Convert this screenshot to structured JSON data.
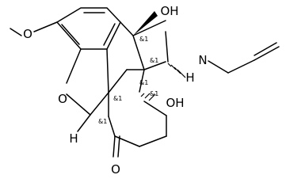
{
  "atoms": {
    "methoxy_o": "O",
    "ring_o": "O",
    "carbonyl_o": "O",
    "nitrogen": "N",
    "hydroxyl_top": "OH",
    "hydroxyl_mid": "OH",
    "h_left": "H",
    "h_right": "H"
  },
  "stereo_labels": {
    "s1": "&1",
    "s2": "&1",
    "s3": "&1",
    "s4": "&1",
    "s5": "&1",
    "s6": "&1"
  },
  "colors": {
    "bond": "#000000",
    "label": "#000000",
    "background": "#ffffff"
  }
}
